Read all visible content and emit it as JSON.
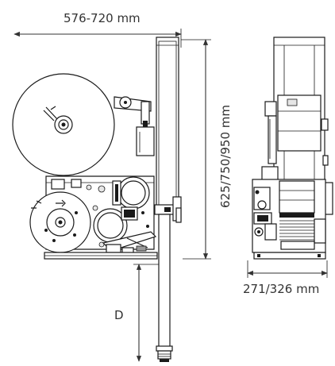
{
  "dimensions": {
    "width_label": "576-720 mm",
    "height_label": "625/750/950 mm",
    "depth_label": "271/326 mm",
    "post_label": "D"
  },
  "colors": {
    "line": "#1a1a1a",
    "dimension": "#333333",
    "fill_grey": "#9a9a9a",
    "fill_light": "#e6e6e6"
  }
}
